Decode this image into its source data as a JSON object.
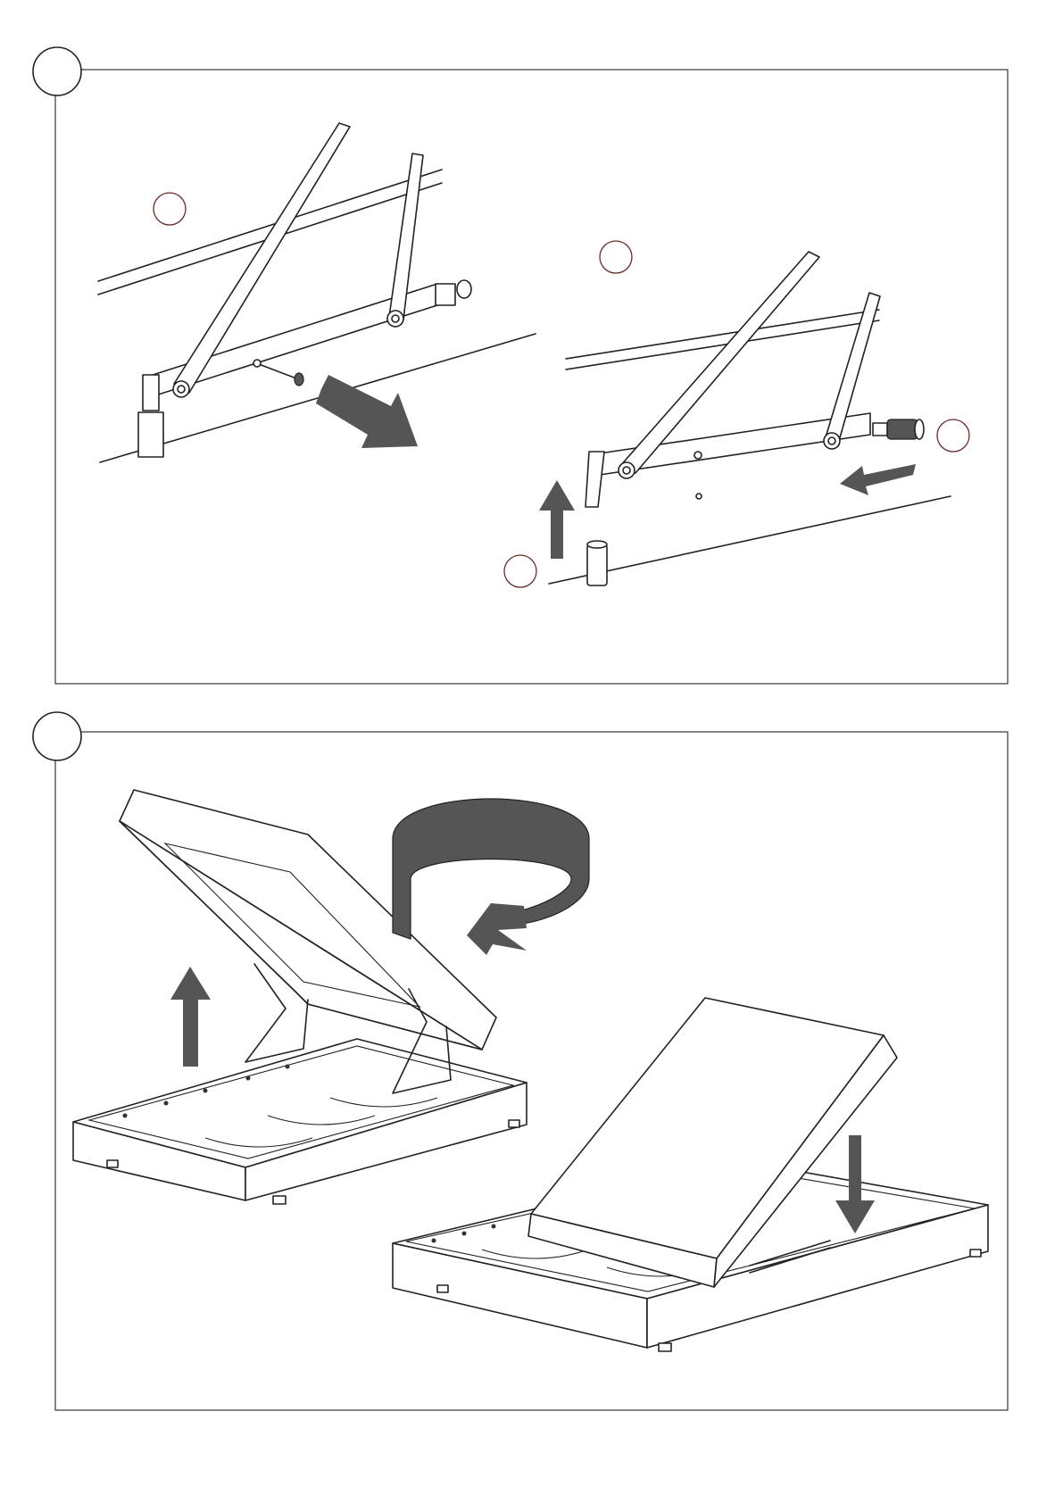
{
  "document": {
    "type": "assembly-instructions",
    "steps": [
      {
        "number": "",
        "callouts": [
          "",
          "",
          "",
          ""
        ]
      },
      {
        "number": ""
      }
    ]
  },
  "colors": {
    "line": "#222222",
    "arrow": "#555555",
    "background": "#ffffff"
  },
  "icons": [
    "remove-pin-arrow",
    "lift-arrow",
    "insert-arrow",
    "rotate-arrow",
    "lower-arrow"
  ]
}
